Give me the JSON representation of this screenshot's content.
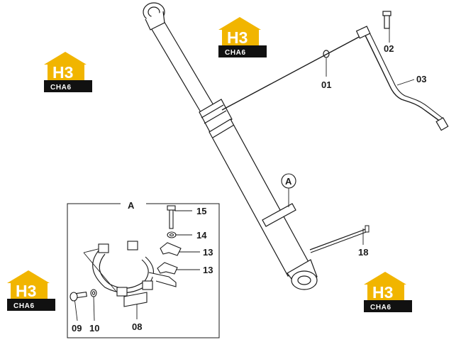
{
  "callouts": [
    {
      "id": "c01",
      "text": "01"
    },
    {
      "id": "c02",
      "text": "02"
    },
    {
      "id": "c03",
      "text": "03"
    },
    {
      "id": "c18",
      "text": "18"
    },
    {
      "id": "c15",
      "text": "15"
    },
    {
      "id": "c14",
      "text": "14"
    },
    {
      "id": "c13a",
      "text": "13"
    },
    {
      "id": "c13b",
      "text": "13"
    },
    {
      "id": "c09",
      "text": "09"
    },
    {
      "id": "c10",
      "text": "10"
    },
    {
      "id": "c08",
      "text": "08"
    }
  ],
  "detail": {
    "title": "A",
    "marker": "A"
  },
  "watermark": {
    "top_text": "H3",
    "bottom_text": "CHA6"
  },
  "colors": {
    "line": "#1a1a1a",
    "logo_gold": "#f1b500",
    "logo_dark": "#111111"
  }
}
